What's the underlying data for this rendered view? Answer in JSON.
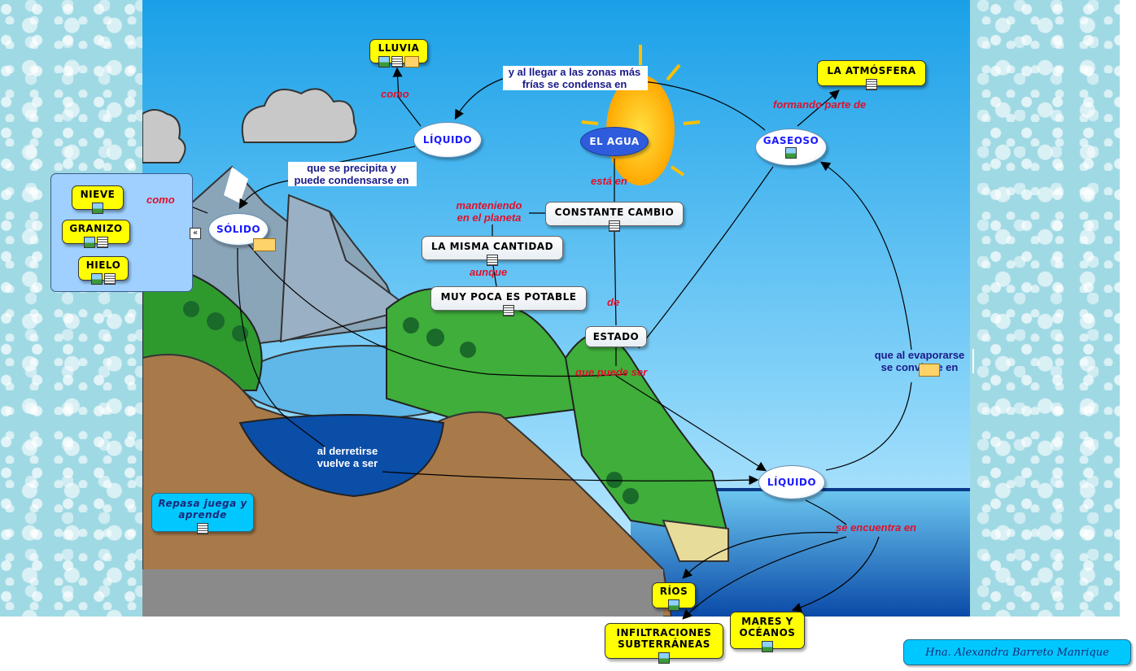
{
  "nodes": {
    "lluvia": "LLUVIA",
    "liquido_top": "LÍQUIDO",
    "el_agua": "EL AGUA",
    "gaseoso": "GASEOSO",
    "la_atmosfera": "LA ATMÓSFERA",
    "constante_cambio": "CONSTANTE CAMBIO",
    "la_misma_cantidad": "LA MISMA CANTIDAD",
    "muy_poca": "MUY POCA ES POTABLE",
    "estado": "ESTADO",
    "solido": "SÓLIDO",
    "nieve": "NIEVE",
    "granizo": "GRANIZO",
    "hielo": "HIELO",
    "liquido_bottom": "LÍQUIDO",
    "rios": "RÍOS",
    "infiltraciones": "INFILTRACIONES SUBTERRÁNEAS",
    "mares": "MARES Y OCÉANOS",
    "repasa": "Repasa juega y aprende"
  },
  "links": {
    "como_top": "como",
    "como_left": "como",
    "y_al_llegar": "y al llegar a las zonas más frías se condensa en",
    "formando_parte": "formando parte de",
    "esta_en": "está en",
    "manteniendo": "manteniendo en el planeta",
    "aunque": "aunque",
    "de": "de",
    "que_puede_ser": "que puede ser",
    "que_se_precipita": "que se precipita y puede condensarse en",
    "al_derretirse": "al derretirse vuelve a ser",
    "que_al_evaporarse": "que al evaporarse se convierte en",
    "se_encuentra_en": "se encuentra en"
  },
  "author": "Hna. Alexandra Barreto Manrique",
  "collapse_glyph": "«",
  "icons": [
    "image-icon",
    "document-icon",
    "note-icon"
  ],
  "colors": {
    "link_red": "#e0102a",
    "node_yellow": "#ffff00",
    "link_blue": "#1a1a8a",
    "concept_blue": "#2f5cdc",
    "accent_cyan": "#00c8ff"
  }
}
